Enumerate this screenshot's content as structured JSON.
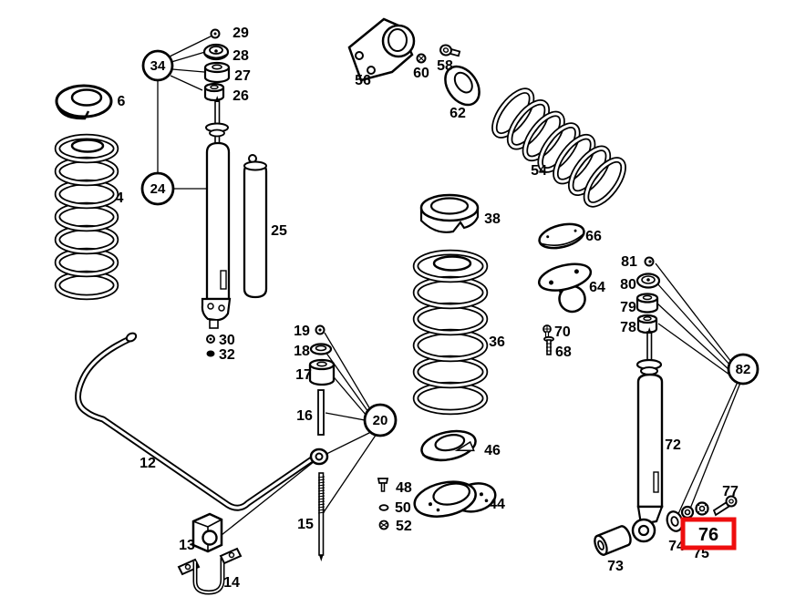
{
  "diagram": {
    "kind": "exploded-suspension-parts-diagram",
    "background": "#ffffff",
    "ink": "#000000",
    "highlight": {
      "color": "#ee0e0e",
      "part": "76"
    },
    "callouts": [
      "34",
      "24",
      "20",
      "82"
    ],
    "parts": {
      "p4": "4",
      "p6": "6",
      "p12": "12",
      "p13": "13",
      "p14": "14",
      "p15": "15",
      "p16": "16",
      "p17": "17",
      "p18": "18",
      "p19": "19",
      "p20": "20",
      "p24": "24",
      "p25": "25",
      "p26": "26",
      "p27": "27",
      "p28": "28",
      "p29": "29",
      "p30": "30",
      "p32": "32",
      "p34": "34",
      "p36": "36",
      "p38": "38",
      "p44": "44",
      "p46": "46",
      "p48": "48",
      "p50": "50",
      "p52": "52",
      "p54": "54",
      "p56": "56",
      "p58": "58",
      "p60": "60",
      "p62": "62",
      "p64": "64",
      "p66": "66",
      "p68": "68",
      "p70": "70",
      "p72": "72",
      "p73": "73",
      "p74": "74",
      "p75": "75",
      "p76": "76",
      "p77": "77",
      "p78": "78",
      "p79": "79",
      "p80": "80",
      "p81": "81",
      "p82": "82"
    }
  }
}
